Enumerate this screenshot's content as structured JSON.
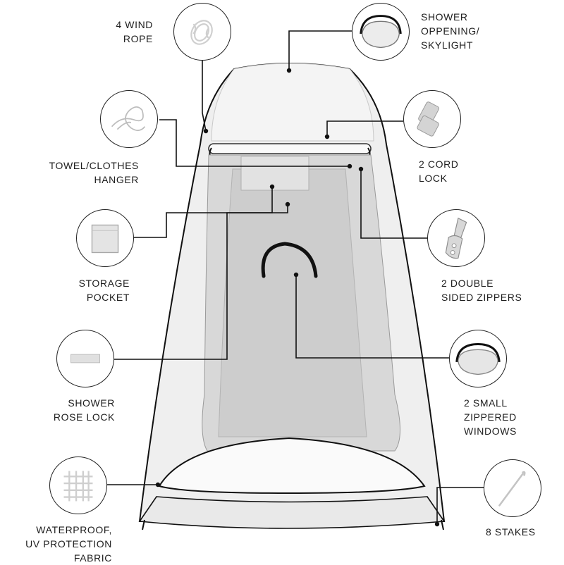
{
  "features": [
    {
      "id": "wind-rope",
      "lines": [
        "4 WIND",
        "ROPE"
      ],
      "icon": "rope-coil-icon"
    },
    {
      "id": "shower-opening",
      "lines": [
        "SHOWER",
        "OPPENING/",
        "SKYLIGHT"
      ],
      "icon": "skylight-icon"
    },
    {
      "id": "towel-hanger",
      "lines": [
        "TOWEL/CLOTHES",
        "HANGER"
      ],
      "icon": "hanger-loop-icon"
    },
    {
      "id": "cord-lock",
      "lines": [
        "2 CORD",
        "LOCK"
      ],
      "icon": "cord-lock-icon"
    },
    {
      "id": "storage-pocket",
      "lines": [
        "STORAGE",
        "POCKET"
      ],
      "icon": "pocket-icon"
    },
    {
      "id": "double-zippers",
      "lines": [
        "2 DOUBLE",
        "SIDED ZIPPERS"
      ],
      "icon": "zipper-pull-icon"
    },
    {
      "id": "shower-rose-lock",
      "lines": [
        "SHOWER",
        "ROSE LOCK"
      ],
      "icon": "strap-icon"
    },
    {
      "id": "small-windows",
      "lines": [
        "2 SMALL",
        "ZIPPERED",
        "WINDOWS"
      ],
      "icon": "window-icon"
    },
    {
      "id": "fabric",
      "lines": [
        "WATERPROOF,",
        "UV PROTECTION",
        "FABRIC"
      ],
      "icon": "fabric-mesh-icon"
    },
    {
      "id": "stakes",
      "lines": [
        "8 STAKES"
      ],
      "icon": "stake-icon"
    }
  ],
  "colors": {
    "outline": "#111111",
    "tent": "#ececec",
    "inner": "#d6d6d6",
    "floor": "#cfcfcf"
  }
}
